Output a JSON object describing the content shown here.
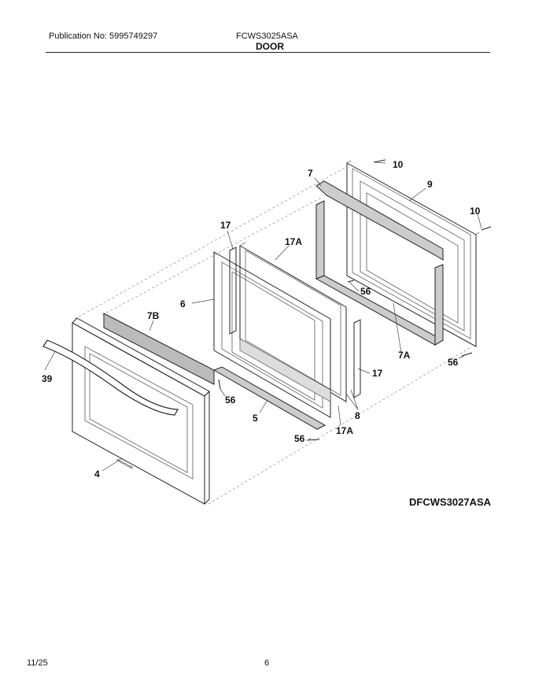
{
  "header": {
    "publication": "Publication No: 5995749297",
    "model": "FCWS3025ASA",
    "section": "DOOR"
  },
  "diagram_code": "DFCWS3027ASA",
  "footer": {
    "date": "11/25",
    "page": "6"
  },
  "brand_mark": "FRIGIDAIRE",
  "callouts": {
    "c10a": "10",
    "c7": "7",
    "c9": "9",
    "c10b": "10",
    "c17a": "17",
    "c17Aa": "17A",
    "c56a": "56",
    "c6": "6",
    "c7B": "7B",
    "c7A": "7A",
    "c56b": "56",
    "c39": "39",
    "c17b": "17",
    "c56c": "56",
    "c8": "8",
    "c5": "5",
    "c17Ab": "17A",
    "c56d": "56",
    "c4": "4"
  }
}
